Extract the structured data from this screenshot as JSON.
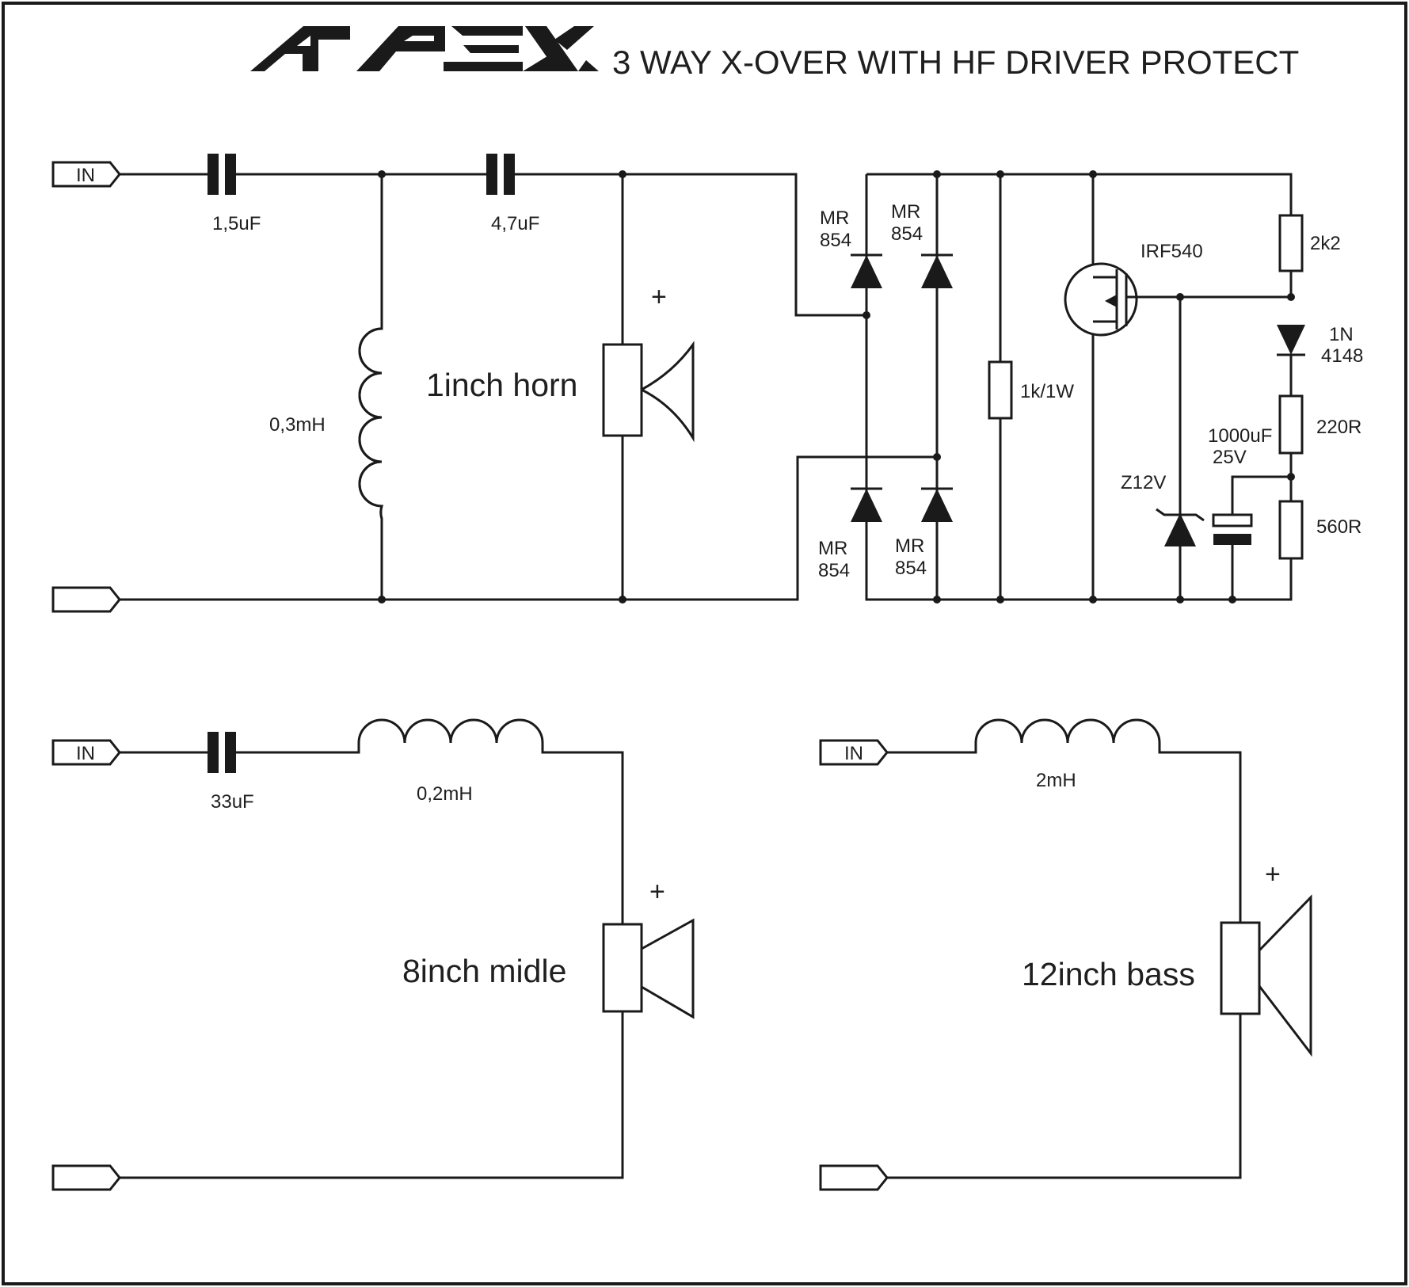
{
  "header": {
    "logo_text": "APEX",
    "title": "3 WAY X-OVER WITH HF DRIVER PROTECT"
  },
  "terminals": {
    "in_label": "IN"
  },
  "hf_section": {
    "c1": "1,5uF",
    "c2": "4,7uF",
    "l1": "0,3mH",
    "speaker_label": "1inch horn",
    "polarity": "+"
  },
  "protection": {
    "d1": [
      "MR",
      "854"
    ],
    "d2": [
      "MR",
      "854"
    ],
    "d3": [
      "MR",
      "854"
    ],
    "d4": [
      "MR",
      "854"
    ],
    "r_load": "1k/1W",
    "mosfet": "IRF540",
    "r1": "2k2",
    "diode": [
      "1N",
      "4148"
    ],
    "r2": "220R",
    "cap": [
      "1000uF",
      "25V"
    ],
    "zener": "Z12V",
    "r3": "560R"
  },
  "mid_section": {
    "c1": "33uF",
    "l1": "0,2mH",
    "speaker_label": "8inch midle",
    "polarity": "+"
  },
  "bass_section": {
    "l1": "2mH",
    "speaker_label": "12inch bass",
    "polarity": "+"
  }
}
